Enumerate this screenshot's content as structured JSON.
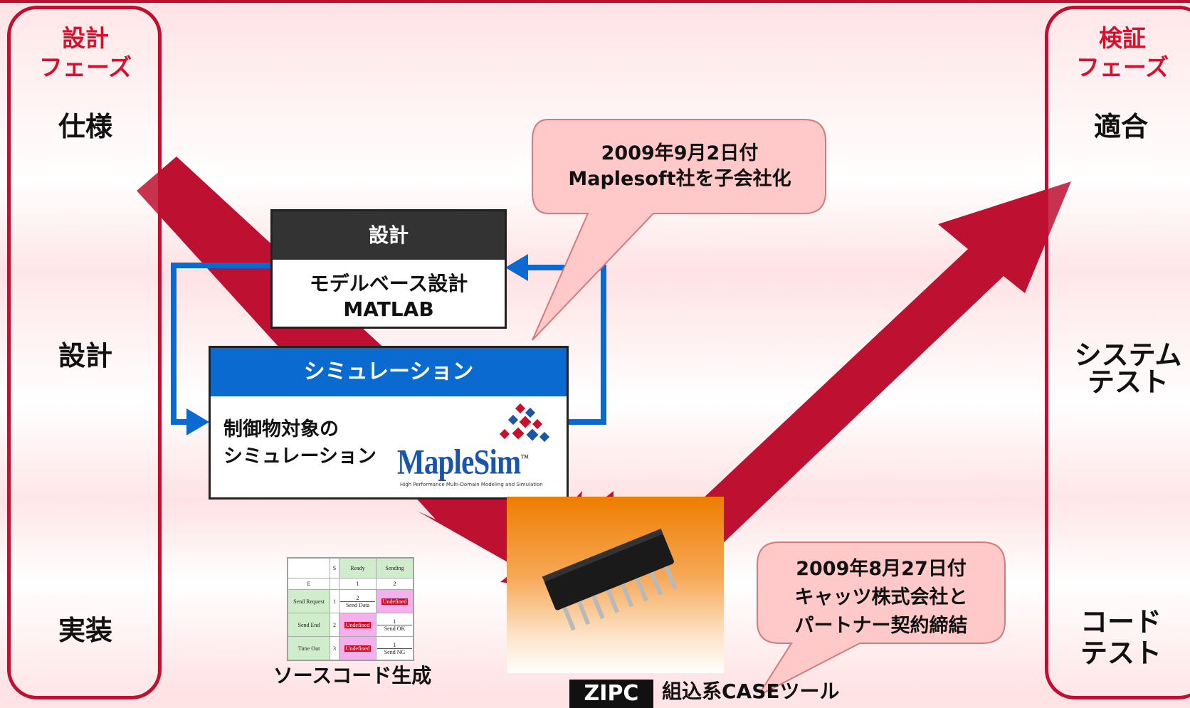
{
  "left_column": {
    "phase_title_1": "設計",
    "phase_title_2": "フェーズ",
    "stage_spec": "仕様",
    "stage_design": "設計",
    "stage_impl": "実装"
  },
  "right_column": {
    "phase_title_1": "検証",
    "phase_title_2": "フェーズ",
    "stage_fit": "適合",
    "stage_system_1": "システム",
    "stage_system_2": "テスト",
    "stage_code_1": "コード",
    "stage_code_2": "テスト"
  },
  "design_box": {
    "header": "設計",
    "line1": "モデルベース設計",
    "line2": "MATLAB"
  },
  "simulation_box": {
    "header": "シミュレーション",
    "line1": "制御物対象の",
    "line2": "シミュレーション",
    "logo_text": "MapleSim",
    "logo_tm": "™",
    "logo_tagline": "High Performance Multi-Domain Modeling and Simulation"
  },
  "callout_top": {
    "line1": "2009年9月2日付",
    "line2": "Maplesoft社を子会社化"
  },
  "callout_bottom": {
    "line1": "2009年8月27日付",
    "line2": "キャッツ株式会社と",
    "line3": "パートナー契約締結"
  },
  "state_table": {
    "header": [
      "",
      "S",
      "Ready",
      "Sending"
    ],
    "subheader": [
      "E",
      "",
      "1",
      "2"
    ],
    "rows": [
      {
        "event": "Send Request",
        "num": "1",
        "ready_top": "2",
        "ready_bottom": "Send Data",
        "sending": "Undefined"
      },
      {
        "event": "Send End",
        "num": "2",
        "ready": "Undefined",
        "sending_top": "1",
        "sending_bottom": "Send OK"
      },
      {
        "event": "Time Out",
        "num": "3",
        "ready": "Undefined",
        "sending_top": "1",
        "sending_bottom": "Send NG"
      }
    ],
    "caption": "ソースコード生成"
  },
  "bottom_partial": {
    "logo_text": "ZIPC",
    "text": "組込系CASEツール"
  },
  "colors": {
    "red": "#be1030",
    "blue": "#0a6ad0",
    "callout_fill": "#ffc9c9",
    "box_header_dark": "#333333",
    "maplesim_blue": "#1a56a8",
    "maplesim_red": "#c8102e"
  }
}
